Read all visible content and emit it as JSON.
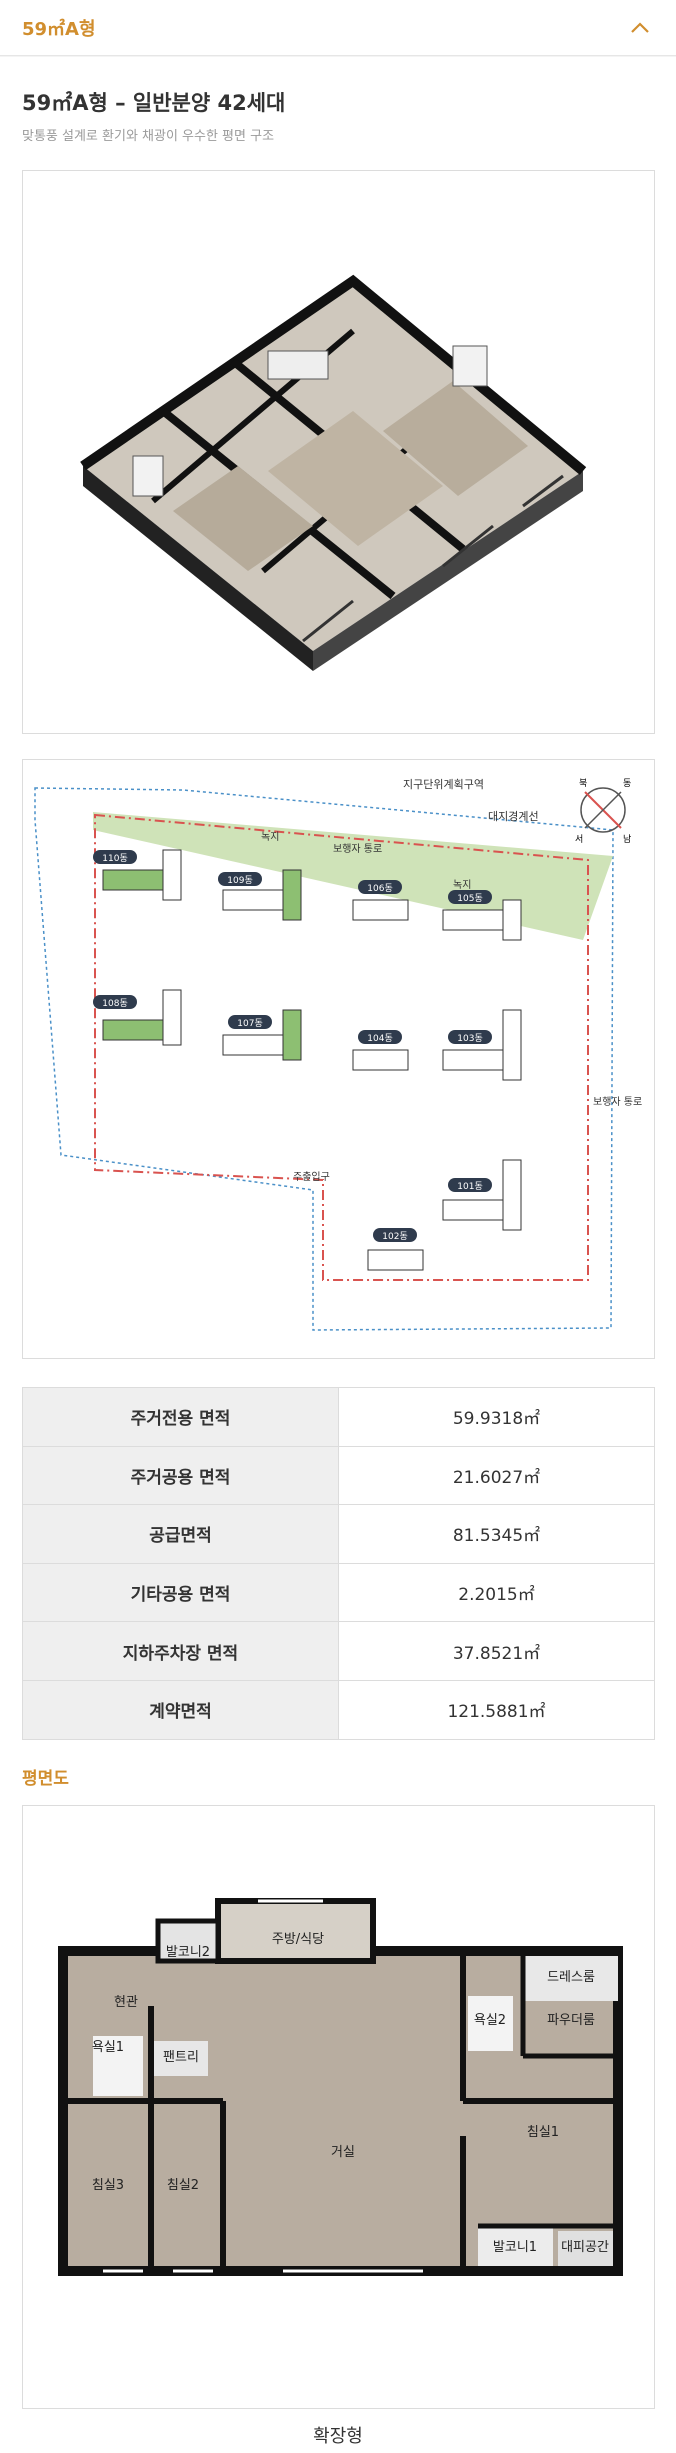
{
  "header": {
    "title": "59㎡A형"
  },
  "unit": {
    "title": "59㎡A형 – 일반분양 42세대",
    "subtitle": "맞통풍 설계로 환기와 채광이 우수한 평면 구조"
  },
  "site_map": {
    "district_label": "지구단위계획구역",
    "boundary_label": "대지경계선",
    "green_label_1": "녹지",
    "green_label_2": "녹지",
    "walkway_label": "보행자 통로",
    "side_walkway_label": "보행자 통로",
    "entrance_label": "주출입구",
    "compass": {
      "n": "북",
      "e": "동",
      "s": "남",
      "w": "서"
    },
    "buildings": [
      "110동",
      "109동",
      "106동",
      "105동",
      "108동",
      "107동",
      "104동",
      "103동",
      "102동",
      "101동"
    ]
  },
  "spec_table": [
    {
      "label": "주거전용 면적",
      "value": "59.9318㎡"
    },
    {
      "label": "주거공용 면적",
      "value": "21.6027㎡"
    },
    {
      "label": "공급면적",
      "value": "81.5345㎡"
    },
    {
      "label": "기타공용 면적",
      "value": "2.2015㎡"
    },
    {
      "label": "지하주차장 면적",
      "value": "37.8521㎡"
    },
    {
      "label": "계약면적",
      "value": "121.5881㎡"
    }
  ],
  "floorplan": {
    "section_label": "평면도",
    "rooms": {
      "balcony2": "발코니2",
      "kitchen": "주방/식당",
      "dressroom": "드레스룸",
      "entrance": "현관",
      "bath2": "욕실2",
      "powder": "파우더룸",
      "bath1": "욕실1",
      "pantry": "팬트리",
      "bed1": "침실1",
      "living": "거실",
      "bed3": "침실3",
      "bed2": "침실2",
      "balcony1": "발코니1",
      "shelter": "대피공간"
    },
    "caption": "확장형"
  },
  "colors": {
    "accent": "#d18e2e",
    "green": "#8dbf72",
    "boundary": "#d9534f",
    "dotted": "#4a90c8"
  }
}
